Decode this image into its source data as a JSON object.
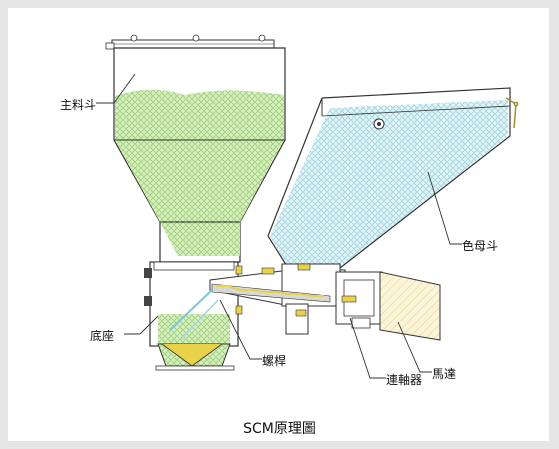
{
  "labels": {
    "main_hopper": "主料斗",
    "color_hopper": "色母斗",
    "base": "底座",
    "screw": "螺桿",
    "coupling": "連軸器",
    "motor": "馬達"
  },
  "caption": "SCM原理圖",
  "colors": {
    "green_fill": "#c8e6a8",
    "blue_fill": "#d2eef4",
    "motor_fill": "#f6efd0",
    "yellow_parts": "#e8d24a",
    "line": "#333333",
    "background": "#e6e6e6"
  }
}
